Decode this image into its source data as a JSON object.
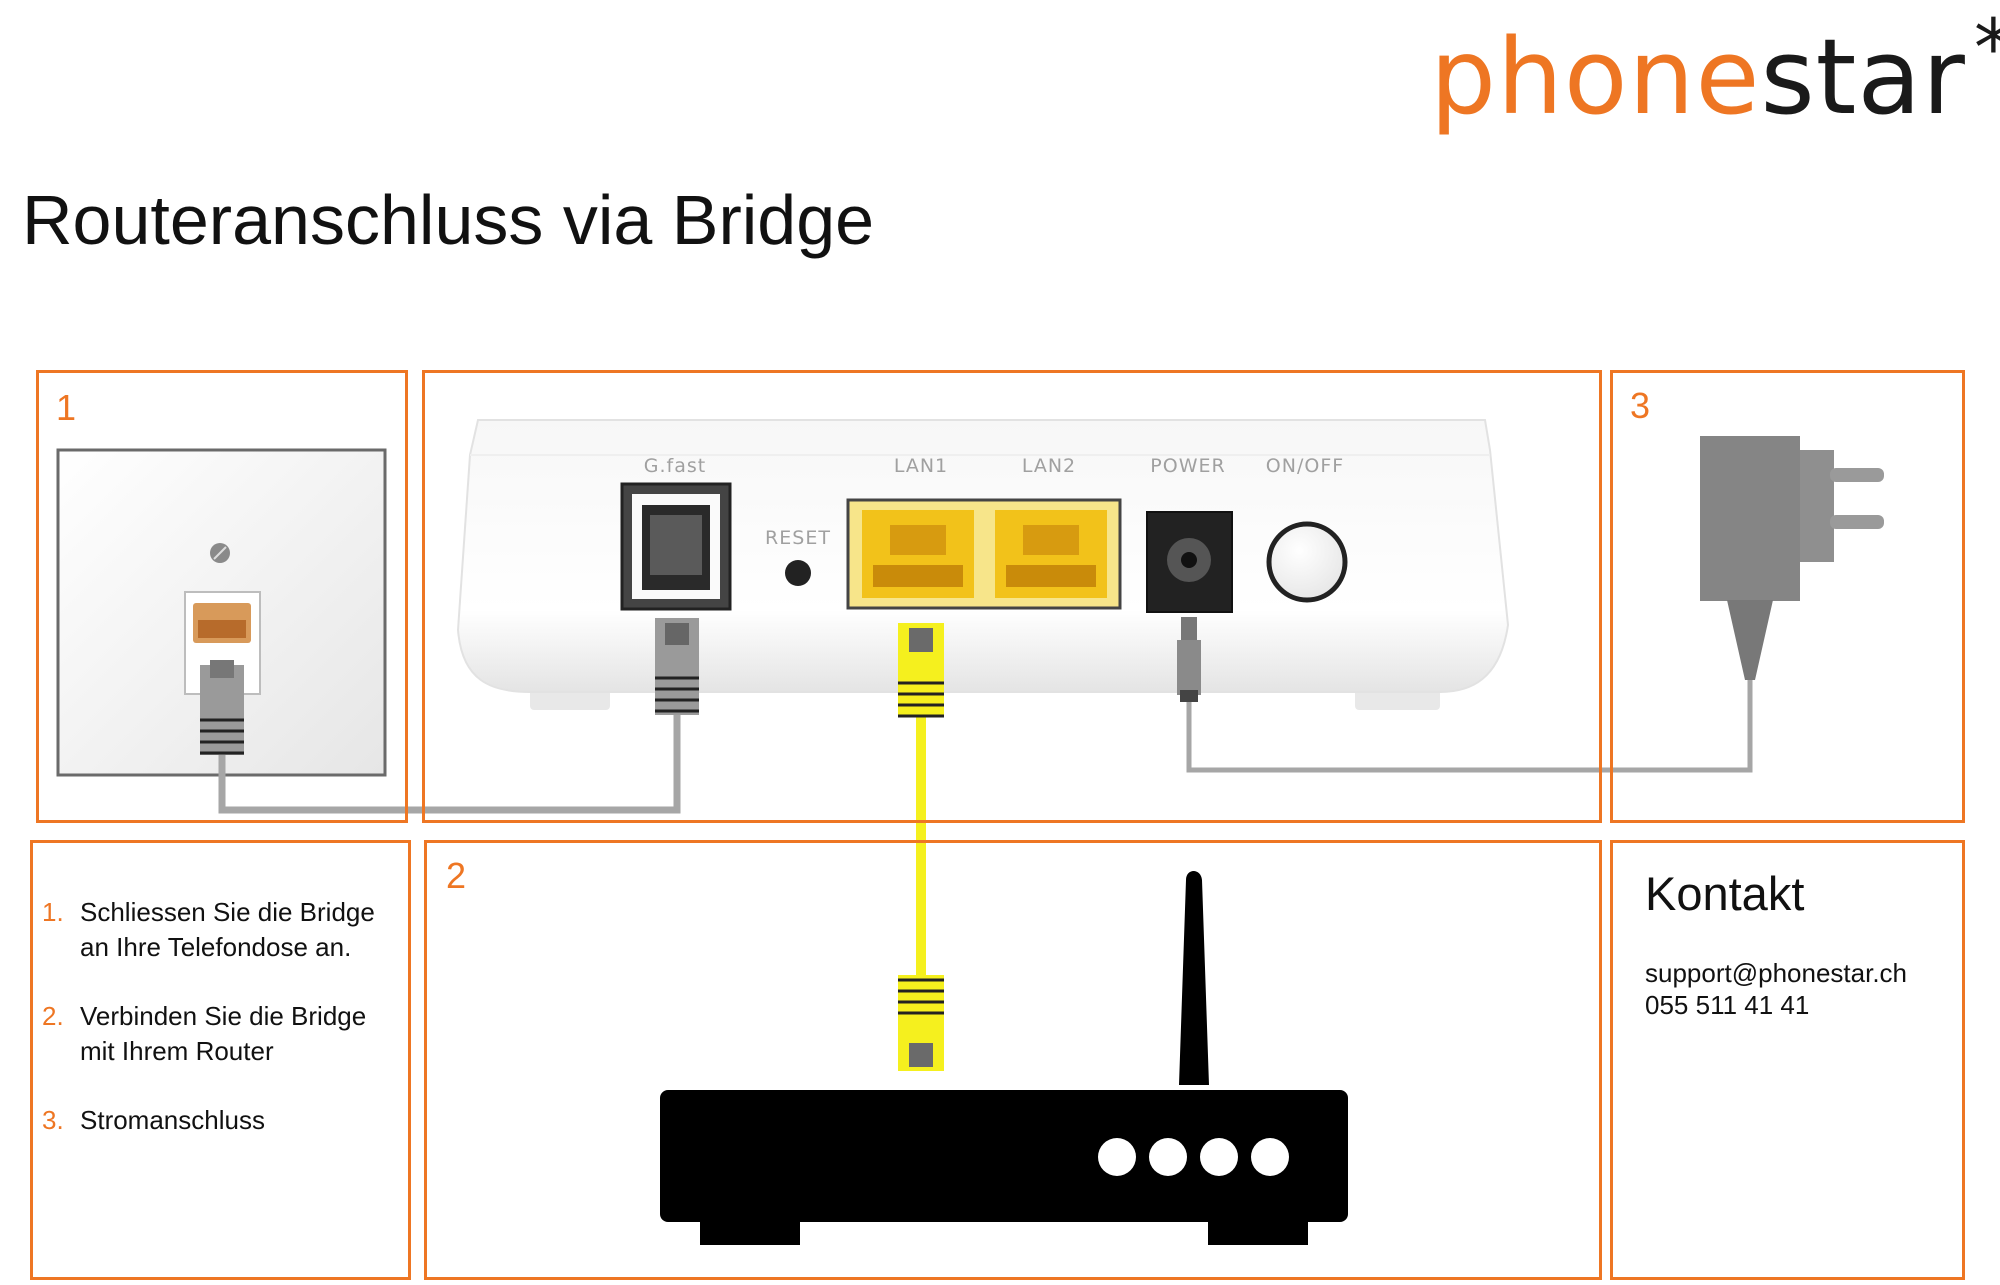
{
  "logo": {
    "part1": "phone",
    "part2": "star",
    "mark": "*"
  },
  "title": "Routeranschluss via Bridge",
  "panels": {
    "p1": "1",
    "p2": "2",
    "p3": "3"
  },
  "device_labels": {
    "gfast": "G.fast",
    "reset": "RESET",
    "lan1": "LAN1",
    "lan2": "LAN2",
    "power": "POWER",
    "onoff": "ON/OFF"
  },
  "steps": [
    {
      "num": "1.",
      "text": "Schliessen Sie die Bridge an Ihre Telefondose an."
    },
    {
      "num": "2.",
      "text": "Verbinden Sie die Bridge mit Ihrem Router"
    },
    {
      "num": "3.",
      "text": "Stromanschluss"
    }
  ],
  "contact": {
    "heading": "Kontakt",
    "email": "support@phonestar.ch",
    "phone": "055 511 41 41"
  },
  "colors": {
    "accent": "#ee7623",
    "lan_cable": "#f5f01e",
    "phone_cable": "#9a9a9a",
    "lan_port": "#f2c21a"
  }
}
